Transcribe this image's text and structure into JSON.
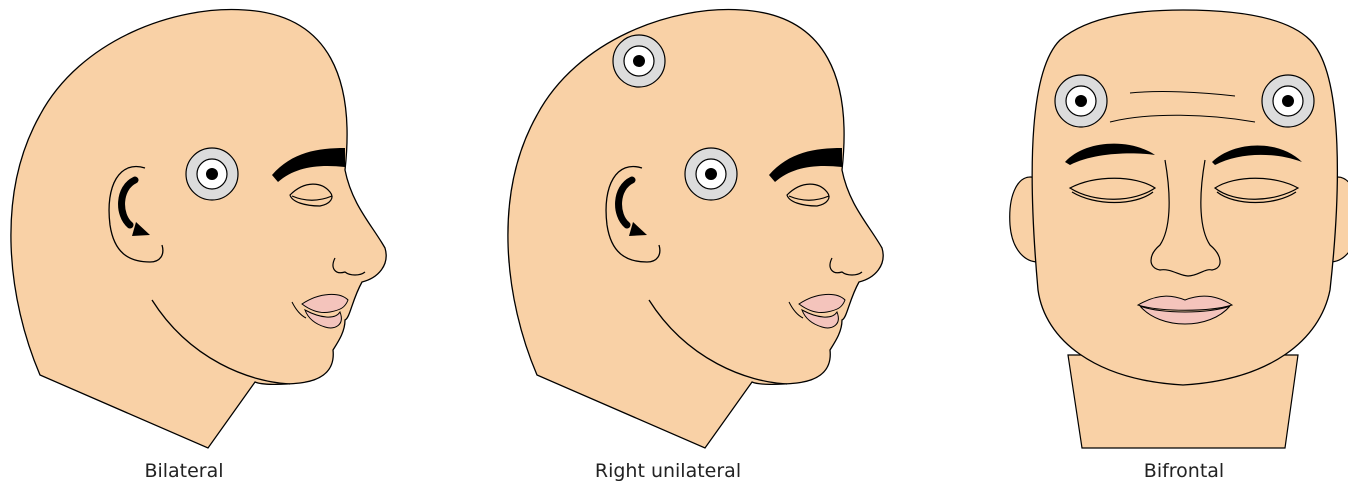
{
  "panels": [
    {
      "label": "Bilateral",
      "view": "profile",
      "electrodes": "temple-both-sides"
    },
    {
      "label": "Right unilateral",
      "view": "profile",
      "electrodes": "temple-and-vertex"
    },
    {
      "label": "Bifrontal",
      "view": "frontal",
      "electrodes": "forehead-both-sides"
    }
  ],
  "colors": {
    "skin": "#f9d1a6",
    "outline": "#000000",
    "lips": "#f4c4bc",
    "electrode_ring": "#dcdcdc"
  }
}
